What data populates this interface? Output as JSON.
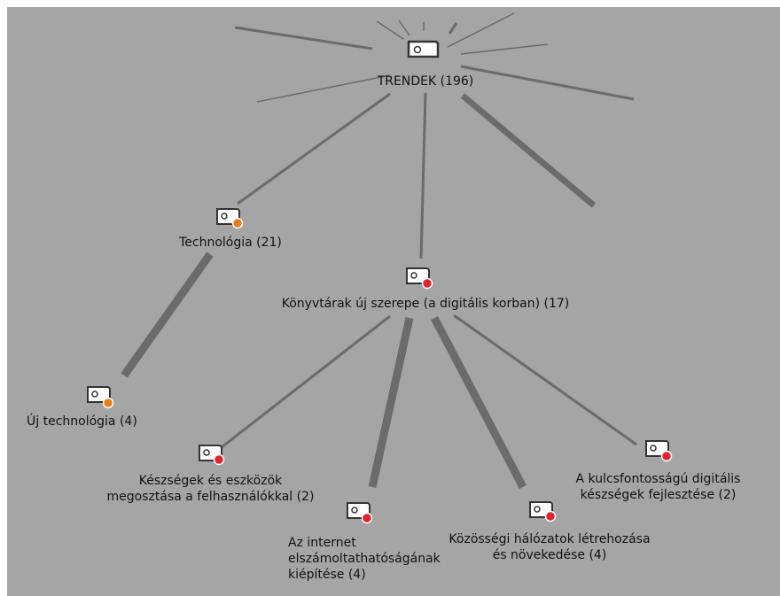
{
  "root": {
    "label": "TRENDEK (196)"
  },
  "nodes": {
    "tech": {
      "label": "Technológia (21)",
      "dot_color": "#e87d1e"
    },
    "new_tech": {
      "label": "Új technológia (4)",
      "dot_color": "#e87d1e"
    },
    "libraries": {
      "label": "Könyvtárak új szerepe (a digitális korban) (17)",
      "dot_color": "#e0242c"
    },
    "skills": {
      "line1": "Készségek és eszközök",
      "line2": "megosztása a felhasználókkal (2)",
      "dot_color": "#e0242c"
    },
    "internet": {
      "line1": "Az internet",
      "line2": "elszámoltathatóságának",
      "line3": "kiépítése (4)",
      "dot_color": "#e0242c"
    },
    "community": {
      "line1": "Közösségi hálózatok létrehozása",
      "line2": "és növekedése (4)",
      "dot_color": "#e0242c"
    },
    "digital_skills": {
      "line1": "A kulcsfontosságú digitális",
      "line2": "készségek fejlesztése (2)",
      "dot_color": "#e0242c"
    }
  },
  "colors": {
    "background": "#a5a5a5",
    "edge": "#6b6b6b",
    "icon_fill": "#ffffff",
    "icon_stroke": "#333333"
  }
}
